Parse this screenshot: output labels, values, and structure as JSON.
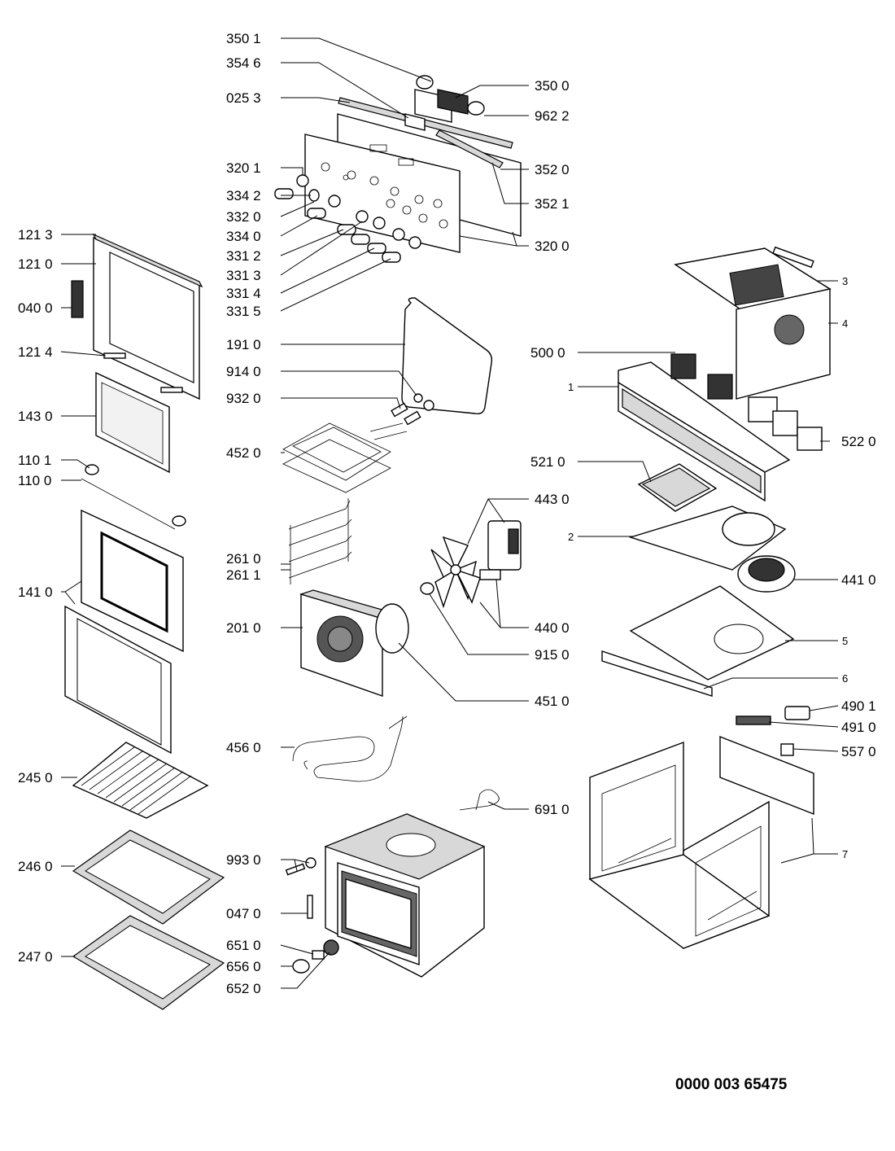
{
  "labels": [
    {
      "id": "p3501",
      "text": "350 1"
    },
    {
      "id": "p3546",
      "text": "354 6"
    },
    {
      "id": "p0253",
      "text": "025 3"
    },
    {
      "id": "p3500",
      "text": "350 0"
    },
    {
      "id": "p9622",
      "text": "962 2"
    },
    {
      "id": "p3201",
      "text": "320 1"
    },
    {
      "id": "p3520",
      "text": "352 0"
    },
    {
      "id": "p3342",
      "text": "334 2"
    },
    {
      "id": "p3521",
      "text": "352 1"
    },
    {
      "id": "p3320",
      "text": "332 0"
    },
    {
      "id": "p3340",
      "text": "334 0"
    },
    {
      "id": "p3200",
      "text": "320 0"
    },
    {
      "id": "p3312",
      "text": "331 2"
    },
    {
      "id": "p3313",
      "text": "331 3"
    },
    {
      "id": "p3314",
      "text": "331 4"
    },
    {
      "id": "p3315",
      "text": "331 5"
    },
    {
      "id": "p1213",
      "text": "121 3"
    },
    {
      "id": "p1210",
      "text": "121 0"
    },
    {
      "id": "p0400",
      "text": "040 0"
    },
    {
      "id": "p1214",
      "text": "121 4"
    },
    {
      "id": "p1430",
      "text": "143 0"
    },
    {
      "id": "p1101",
      "text": "110 1"
    },
    {
      "id": "p1100",
      "text": "110 0"
    },
    {
      "id": "p1410",
      "text": "141 0"
    },
    {
      "id": "p2450",
      "text": "245 0"
    },
    {
      "id": "p2460",
      "text": "246 0"
    },
    {
      "id": "p2470",
      "text": "247 0"
    },
    {
      "id": "p1910",
      "text": "191 0"
    },
    {
      "id": "p9140",
      "text": "914 0"
    },
    {
      "id": "p9320",
      "text": "932 0"
    },
    {
      "id": "p4520",
      "text": "452 0"
    },
    {
      "id": "p2610",
      "text": "261 0"
    },
    {
      "id": "p2611",
      "text": "261 1"
    },
    {
      "id": "p2010",
      "text": "201 0"
    },
    {
      "id": "p4560",
      "text": "456 0"
    },
    {
      "id": "p9930",
      "text": "993 0"
    },
    {
      "id": "p0470",
      "text": "047 0"
    },
    {
      "id": "p6510",
      "text": "651 0"
    },
    {
      "id": "p6560",
      "text": "656 0"
    },
    {
      "id": "p6520",
      "text": "652 0"
    },
    {
      "id": "p4430",
      "text": "443 0"
    },
    {
      "id": "p4400",
      "text": "440 0"
    },
    {
      "id": "p9150",
      "text": "915 0"
    },
    {
      "id": "p4510",
      "text": "451 0"
    },
    {
      "id": "p6910",
      "text": "691 0"
    },
    {
      "id": "p5000",
      "text": "500 0"
    },
    {
      "id": "p5220",
      "text": "522 0"
    },
    {
      "id": "p5210",
      "text": "521 0"
    },
    {
      "id": "p4410",
      "text": "441 0"
    },
    {
      "id": "p4901",
      "text": "490 1"
    },
    {
      "id": "p4910",
      "text": "491 0"
    },
    {
      "id": "p5570",
      "text": "557 0"
    },
    {
      "id": "n3",
      "text": "3"
    },
    {
      "id": "n4",
      "text": "4"
    },
    {
      "id": "n1",
      "text": "1"
    },
    {
      "id": "n2",
      "text": "2"
    },
    {
      "id": "n5",
      "text": "5"
    },
    {
      "id": "n6",
      "text": "6"
    },
    {
      "id": "n7",
      "text": "7"
    }
  ],
  "document_number": "0000 003 65475"
}
